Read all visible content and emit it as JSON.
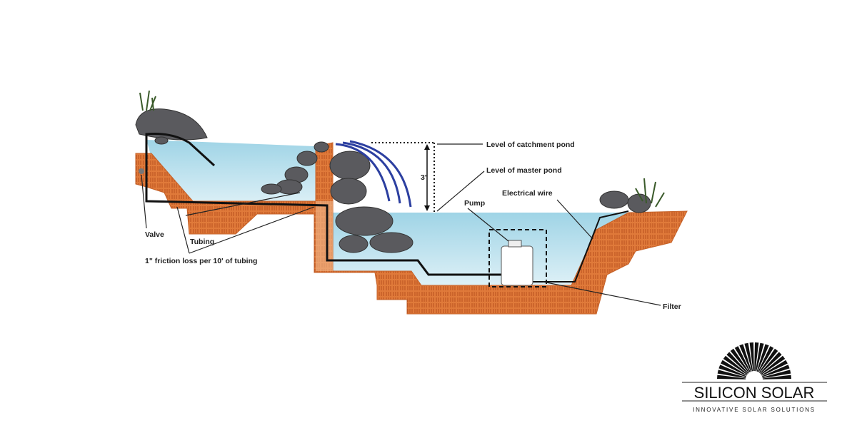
{
  "diagram": {
    "labels": {
      "catchment": "Level of catchment pond",
      "height": "3'",
      "master": "Level of master pond",
      "wire": "Electrical wire",
      "pump": "Pump",
      "valve": "Valve",
      "tubing": "Tubing",
      "friction": "1\" friction loss per 10' of tubing",
      "filter": "Filter"
    },
    "colors": {
      "water": "#bfe3ef",
      "brick": "#e07a3a",
      "rock": "#5a5a5e"
    }
  },
  "logo": {
    "name": "SILICON SOLAR",
    "tagline": "INNOVATIVE SOLAR SOLUTIONS"
  }
}
